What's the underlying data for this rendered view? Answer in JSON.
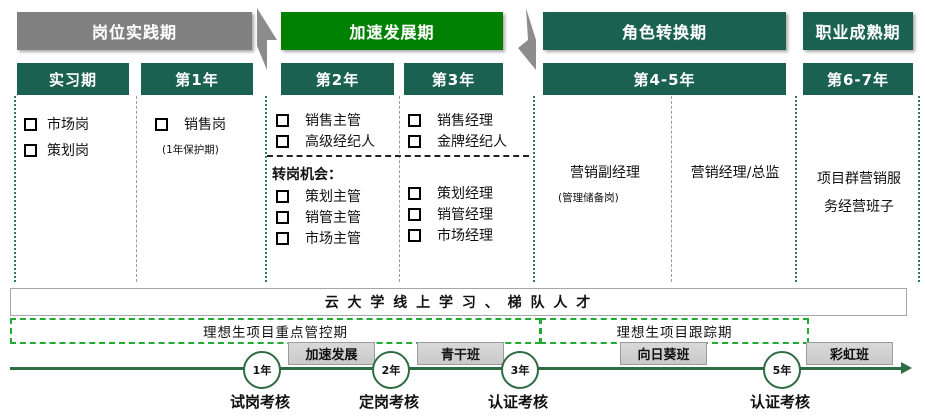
{
  "phases": [
    {
      "id": "practice",
      "label": "岗位实践期",
      "color": "#808080"
    },
    {
      "id": "accelerate",
      "label": "加速发展期",
      "color": "#008000"
    },
    {
      "id": "role-change",
      "label": "角色转换期",
      "color": "#1a6151"
    },
    {
      "id": "career-mature",
      "label": "职业成熟期",
      "color": "#1a6151"
    }
  ],
  "year_boxes": [
    {
      "id": "intern",
      "label": "实习期"
    },
    {
      "id": "year1",
      "label": "第1年"
    },
    {
      "id": "year2",
      "label": "第2年"
    },
    {
      "id": "year3",
      "label": "第3年"
    },
    {
      "id": "year45",
      "label": "第4-5年"
    },
    {
      "id": "year67",
      "label": "第6-7年"
    }
  ],
  "columns": {
    "intern": {
      "items": [
        "市场岗",
        "策划岗"
      ]
    },
    "year1": {
      "items": [
        "销售岗"
      ],
      "note": "(1年保护期)"
    },
    "year2": {
      "items": [
        "销售主管",
        "高级经纪人"
      ],
      "transfer_title": "转岗机会：",
      "transfer_items": [
        "策划主管",
        "销管主管",
        "市场主管"
      ]
    },
    "year3": {
      "items": [
        "销售经理",
        "金牌经纪人"
      ],
      "transfer_items": [
        "策划经理",
        "销管经理",
        "市场经理"
      ]
    },
    "year4": {
      "title": "营销副经理",
      "note": "(管理储备岗)"
    },
    "year5": {
      "title": "营销经理/总监"
    },
    "year67": {
      "lines": [
        "项目群营销服",
        "务经营班子"
      ]
    }
  },
  "bottom_bars": {
    "learning": "云 大 学 线 上 学 习 、 梯 队 人 才",
    "control_period": "理想生项目重点管控期",
    "tracking_period": "理想生项目跟踪期"
  },
  "timeline": {
    "milestones": [
      {
        "year": "1年",
        "label": "试岗考核"
      },
      {
        "year": "2年",
        "label": "定岗考核"
      },
      {
        "year": "3年",
        "label": "认证考核"
      },
      {
        "year": "5年",
        "label": "认证考核"
      }
    ],
    "chips": [
      {
        "id": "chip-accelerate",
        "label": "加速发展"
      },
      {
        "id": "chip-youth",
        "label": "青干班"
      },
      {
        "id": "chip-sunflower",
        "label": "向日葵班"
      },
      {
        "id": "chip-rainbow",
        "label": "彩虹班"
      }
    ]
  },
  "colors": {
    "gray": "#808080",
    "bright_green": "#008000",
    "dark_green": "#1a6151",
    "timeline_green": "#2f6b43",
    "dash_green": "#22aa33"
  }
}
